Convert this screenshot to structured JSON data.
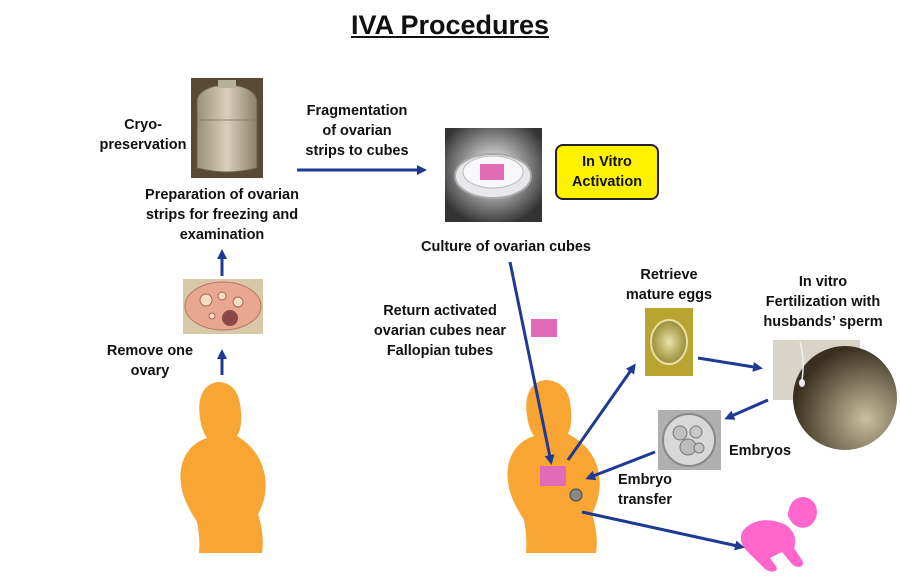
{
  "title": "IVA Procedures",
  "steps": {
    "cryo": "Cryo-\npreservation",
    "prep": "Preparation of ovarian\nstrips for freezing and\nexamination",
    "remove": "Remove one\novary",
    "fragment": "Fragmentation\nof ovarian\nstrips to cubes",
    "iva": "In Vitro\nActivation",
    "culture": "Culture of ovarian cubes",
    "return": "Return activated\novarian cubes near\nFallopian tubes",
    "retrieve": "Retrieve\nmature eggs",
    "ivf": "In vitro\nFertilization with\nhusbands’ sperm",
    "embryos": "Embryos",
    "transfer": "Embryo\ntransfer"
  },
  "colors": {
    "arrow": "#1f3a93",
    "silhouette": "#f9a533",
    "tissue": "#e26bb8",
    "baby": "#ff66cc",
    "highlight": "#fff200"
  },
  "icons": [
    "cryo-tank-icon",
    "ovary-section-icon",
    "petri-dish-icon",
    "egg-icon",
    "sperm-egg-icon",
    "embryo-icon",
    "woman-silhouette-icon",
    "baby-silhouette-icon"
  ]
}
